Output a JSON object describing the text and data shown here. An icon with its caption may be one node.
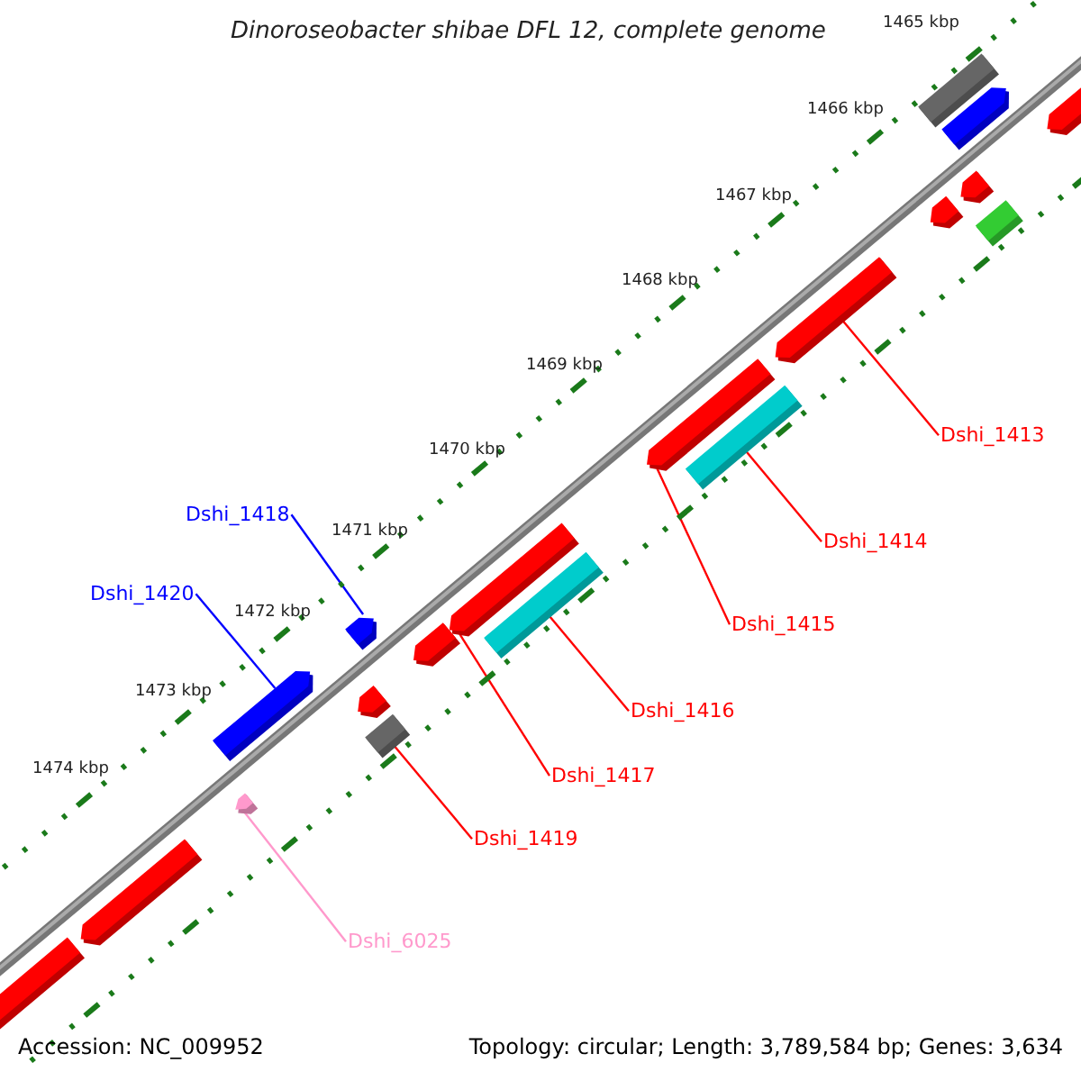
{
  "diagram": {
    "title": "Dinoroseobacter shibae DFL 12, complete genome",
    "nodes": [
      {
        "text": [
          "Dshi_1413"
        ]
      },
      {
        "text": [
          "Dshi_1414"
        ]
      },
      {
        "text": [
          "Dshi_1415"
        ]
      },
      {
        "text": [
          "Dshi_1416"
        ]
      },
      {
        "text": [
          "Dshi_1417"
        ]
      },
      {
        "text": [
          "Dshi_1419"
        ]
      },
      {
        "text": [
          "Dshi_6025"
        ]
      },
      {
        "text": [
          "Dshi_1418"
        ]
      },
      {
        "text": [
          "Dshi_1420"
        ]
      },
      {
        "text": [],
        "shape": "bar"
      },
      {
        "text": [],
        "shape": "bar"
      },
      {
        "text": [],
        "shape": "bar"
      },
      {
        "text": [],
        "shape": "bar"
      },
      {
        "text": [],
        "shape": "bar"
      },
      {
        "text": [],
        "shape": "bar"
      },
      {
        "text": [],
        "shape": "bar"
      },
      {
        "text": [],
        "shape": "bar"
      },
      {
        "text": [],
        "shape": "bar"
      },
      {
        "text": [],
        "shape": "bar"
      },
      {
        "text": [],
        "shape": "bar"
      },
      {
        "text": [],
        "shape": "bar"
      },
      {
        "text": [],
        "shape": "bar"
      },
      {
        "text": [],
        "shape": "bar"
      },
      {
        "text": [],
        "shape": "bar"
      },
      {
        "text": [],
        "shape": "bar"
      },
      {
        "text": [],
        "shape": "bar"
      },
      {
        "text": [],
        "shape": "bar"
      },
      {
        "text": [],
        "shape": "bar"
      }
    ],
    "edges": [
      {
        "from": 0,
        "to": 9,
        "arrow": "none"
      },
      {
        "from": 1,
        "to": 10,
        "arrow": "none"
      },
      {
        "from": 2,
        "to": 11,
        "arrow": "none"
      },
      {
        "from": 3,
        "to": 12,
        "arrow": "none"
      },
      {
        "from": 4,
        "to": 13,
        "arrow": "none"
      },
      {
        "from": 5,
        "to": 14,
        "arrow": "none"
      },
      {
        "from": 6,
        "to": 15,
        "arrow": "none",
        "color": "#ff99cc"
      },
      {
        "from": 7,
        "to": 16,
        "arrow": "none",
        "color": "#0000ff"
      },
      {
        "from": 8,
        "to": 17,
        "arrow": "none",
        "color": "#0000ff"
      }
    ],
    "labels": [
      "1465 kbp",
      "1466 kbp",
      "1467 kbp",
      "1468 kbp",
      "1469 kbp",
      "1470 kbp",
      "1471 kbp",
      "1472 kbp",
      "1473 kbp",
      "1474 kbp",
      "Accession: NC_009952",
      "Topology: circular; Length: 3,789,584 bp; Genes: 3,634"
    ]
  }
}
